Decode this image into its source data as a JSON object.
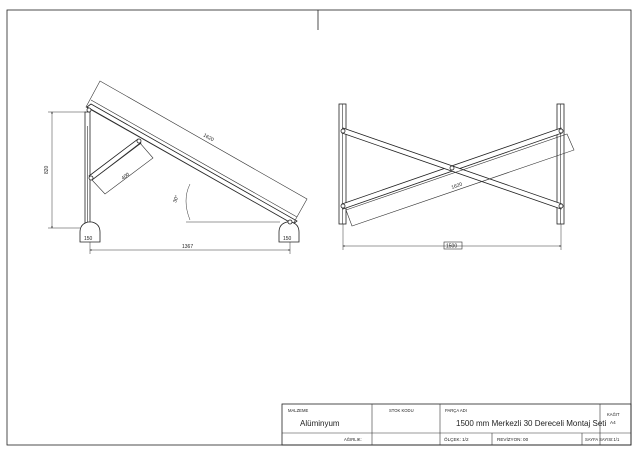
{
  "drawing": {
    "side_view": {
      "dims": {
        "slope_length": "1620",
        "brace_length": "400",
        "height": "820",
        "angle": "30°",
        "base_length": "1367",
        "foot_left": "150",
        "foot_right": "150"
      }
    },
    "rear_view": {
      "dims": {
        "diagonal_length": "1620",
        "width": "1500"
      }
    }
  },
  "title_block": {
    "material_label": "MALZEME",
    "material_value": "Alüminyum",
    "stock_code_label": "STOK KODU",
    "part_name_label": "PARÇA ADI",
    "part_name_value": "1500 mm Merkezli 30 Dereceli Montaj Seti",
    "paper_label": "KAĞIT",
    "paper_value": "A4",
    "weight_label": "AĞIRLIK:",
    "scale_label": "ÖLÇEK: 1/2",
    "revision_label": "REVİZYON: 00",
    "page_label": "SAYFA SAYISI:1/1"
  }
}
